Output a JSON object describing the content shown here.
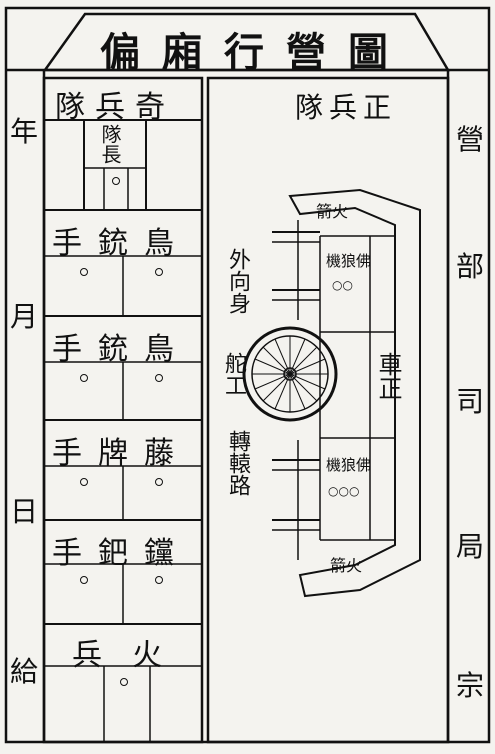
{
  "title": "偏廂行營圖",
  "left_margin": {
    "chars": [
      "年",
      "月",
      "日",
      "給"
    ]
  },
  "right_margin": {
    "chars": [
      "營",
      "部",
      "司",
      "局",
      "宗"
    ]
  },
  "left_column": {
    "header": "奇兵隊",
    "leader": "隊長",
    "rows": [
      {
        "label": "鳥銃手"
      },
      {
        "label": "鳥銃手"
      },
      {
        "label": "藤牌手"
      },
      {
        "label": "钂鈀手"
      },
      {
        "label": "火兵"
      }
    ]
  },
  "right_column": {
    "header": "正兵隊",
    "cart": {
      "outer_label": "外向身",
      "helm_label": "舵工",
      "cart_label": "車正",
      "wheel_label": "轉轅路",
      "fire_arrow_top": "火箭",
      "fire_arrow_bottom": "火箭",
      "machine_top": "佛狼機",
      "machine_bottom": "佛狼機",
      "machine_top_count": "○○",
      "machine_bottom_count": "○○○"
    }
  }
}
